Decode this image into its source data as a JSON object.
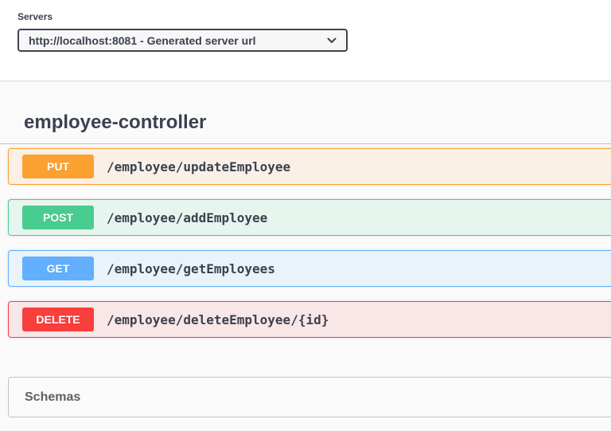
{
  "servers": {
    "label": "Servers",
    "selected": "http://localhost:8081 - Generated server url"
  },
  "controller": {
    "title": "employee-controller",
    "operations": [
      {
        "method": "PUT",
        "path": "/employee/updateEmployee",
        "color": "#fca130"
      },
      {
        "method": "POST",
        "path": "/employee/addEmployee",
        "color": "#49cc90"
      },
      {
        "method": "GET",
        "path": "/employee/getEmployees",
        "color": "#61affe"
      },
      {
        "method": "DELETE",
        "path": "/employee/deleteEmployee/{id}",
        "color": "#f93e3e"
      }
    ]
  },
  "schemas": {
    "title": "Schemas"
  },
  "colors": {
    "select_border": "#41444e",
    "heading_text": "#3b4151",
    "page_background": "#fafafa"
  }
}
